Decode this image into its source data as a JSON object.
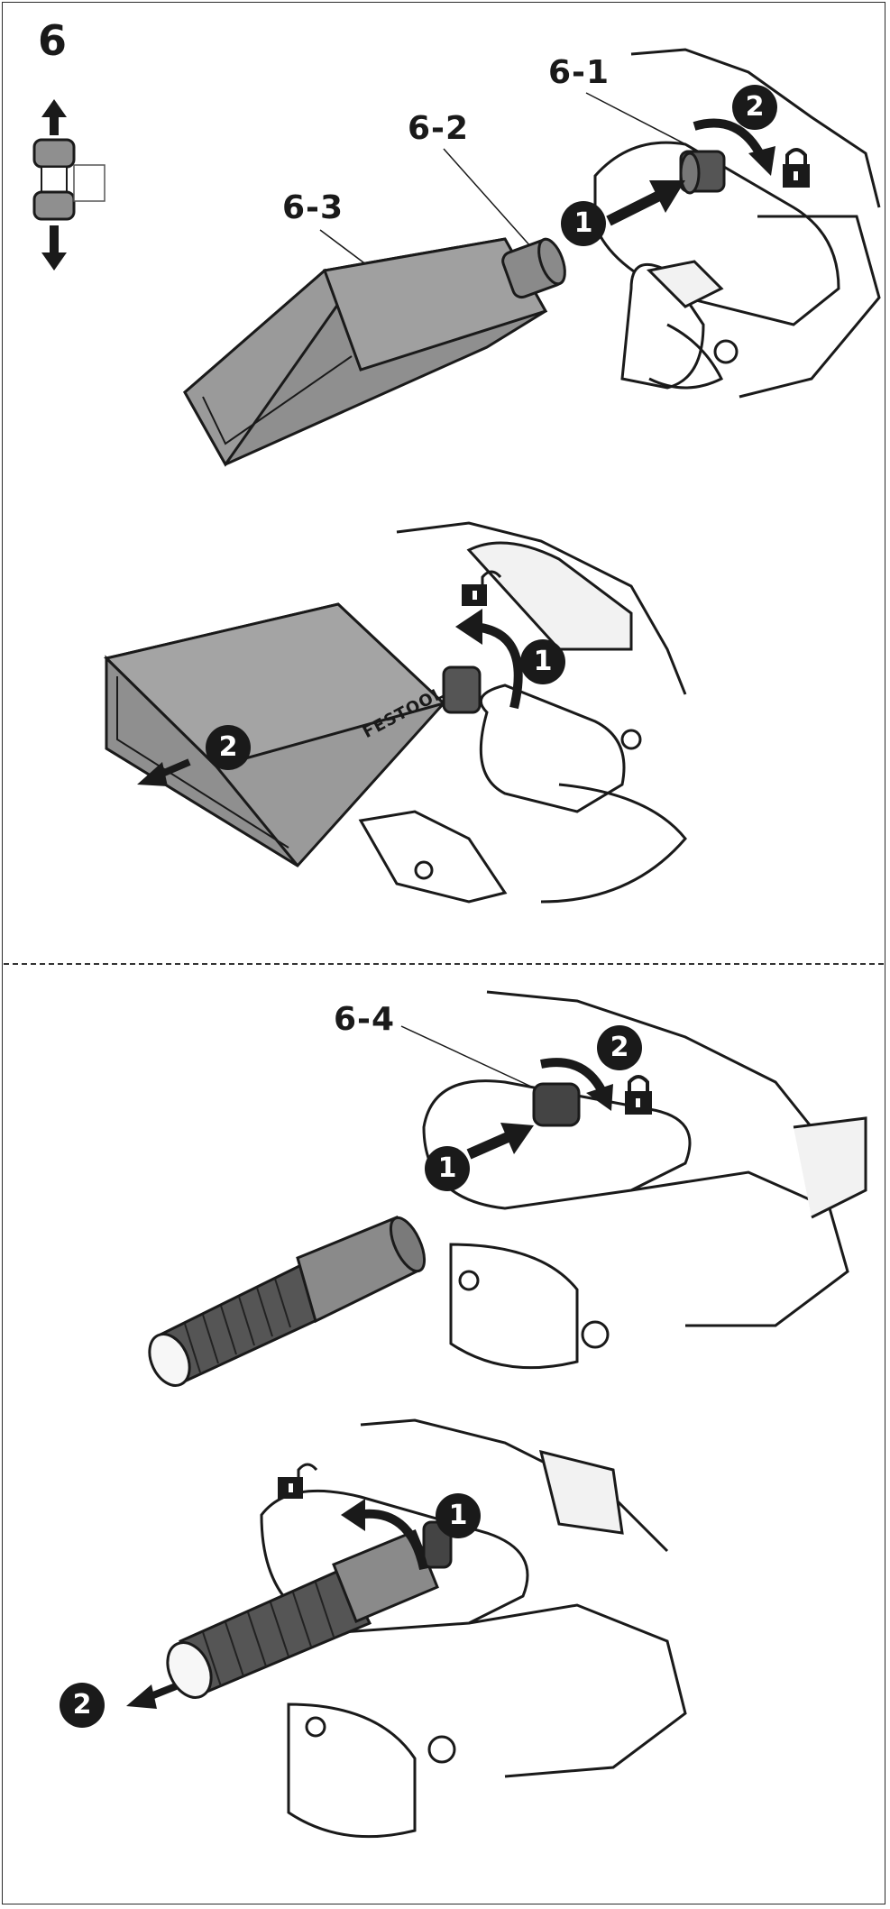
{
  "figure": {
    "number": "6"
  },
  "labels": {
    "nozzle_socket": "6-1",
    "adapter": "6-2",
    "dust_bag": "6-3",
    "hose_socket": "6-4"
  },
  "steps": {
    "one": "1",
    "two": "2"
  },
  "brand_mark": "FESTOOL",
  "icons": [
    "arrow-up-icon",
    "arrow-down-icon",
    "connector-icon",
    "lock-closed-icon",
    "lock-open-icon",
    "arrow-icon",
    "rotate-arrow-icon"
  ],
  "colors": {
    "ink": "#1a1a1a",
    "gray_part": "#8f8f8f",
    "light_part": "#f2f2f2"
  }
}
